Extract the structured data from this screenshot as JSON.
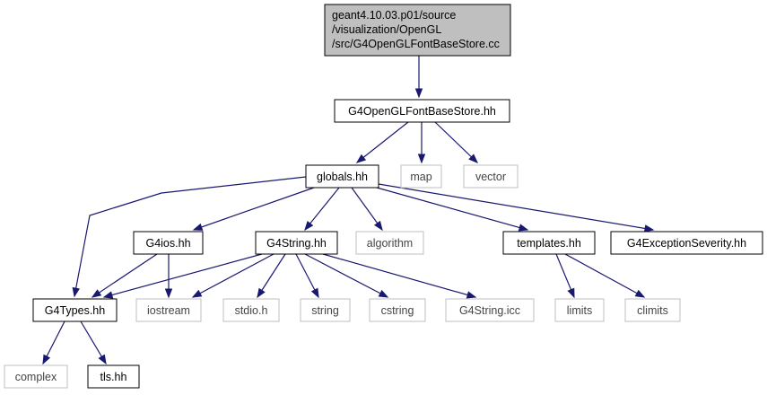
{
  "diagram": {
    "nodes": {
      "root": {
        "lines": [
          "geant4.10.03.p01/source",
          "/visualization/OpenGL",
          "/src/G4OpenGLFontBaseStore.cc"
        ]
      },
      "fontbase": {
        "label": "G4OpenGLFontBaseStore.hh"
      },
      "globals": {
        "label": "globals.hh"
      },
      "map": {
        "label": "map"
      },
      "vector": {
        "label": "vector"
      },
      "g4ios": {
        "label": "G4ios.hh"
      },
      "g4string": {
        "label": "G4String.hh"
      },
      "algorithm": {
        "label": "algorithm"
      },
      "templates": {
        "label": "templates.hh"
      },
      "exceptionseverity": {
        "label": "G4ExceptionSeverity.hh"
      },
      "g4types": {
        "label": "G4Types.hh"
      },
      "iostream": {
        "label": "iostream"
      },
      "stdio": {
        "label": "stdio.h"
      },
      "string": {
        "label": "string"
      },
      "cstring": {
        "label": "cstring"
      },
      "g4stringicc": {
        "label": "G4String.icc"
      },
      "limits": {
        "label": "limits"
      },
      "climits": {
        "label": "climits"
      },
      "complex": {
        "label": "complex"
      },
      "tls": {
        "label": "tls.hh"
      }
    },
    "edges": [
      [
        "root",
        "fontbase"
      ],
      [
        "fontbase",
        "globals"
      ],
      [
        "fontbase",
        "map"
      ],
      [
        "fontbase",
        "vector"
      ],
      [
        "globals",
        "g4types"
      ],
      [
        "globals",
        "g4ios"
      ],
      [
        "globals",
        "g4string"
      ],
      [
        "globals",
        "algorithm"
      ],
      [
        "globals",
        "templates"
      ],
      [
        "globals",
        "exceptionseverity"
      ],
      [
        "g4ios",
        "g4types"
      ],
      [
        "g4ios",
        "iostream"
      ],
      [
        "g4string",
        "g4types"
      ],
      [
        "g4string",
        "iostream"
      ],
      [
        "g4string",
        "stdio"
      ],
      [
        "g4string",
        "string"
      ],
      [
        "g4string",
        "cstring"
      ],
      [
        "g4string",
        "g4stringicc"
      ],
      [
        "templates",
        "limits"
      ],
      [
        "templates",
        "climits"
      ],
      [
        "g4types",
        "complex"
      ],
      [
        "g4types",
        "tls"
      ]
    ]
  }
}
